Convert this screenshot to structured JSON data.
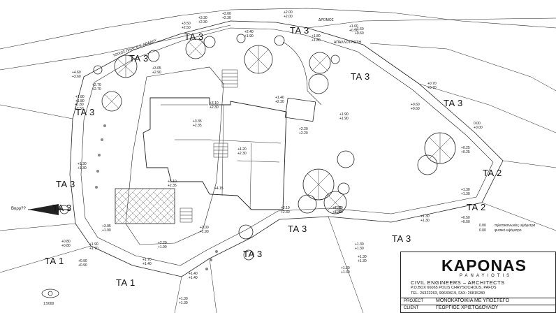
{
  "zones": [
    "TA 3",
    "TA 3",
    "TA 3",
    "TA 3",
    "TA 3",
    "TA 3",
    "TA 3",
    "TA 3",
    "TA 3",
    "TA 3",
    "TA 3",
    "TA 2",
    "TA 2",
    "TA 1",
    "TA 1"
  ],
  "street_labels": {
    "top_right": "ΔΡΟΜΟΣ",
    "top_left": "ΤΟΙΧΟΣ ΠΑΡΕ Ο.Σ. ΑΠΑΛΟΥ",
    "paving": "ΑΠΑΛΛΟΤΡΙΩΣΗ"
  },
  "spot_levels": [
    [
      "+3.50",
      "+2.50"
    ],
    [
      "+3.30",
      "+2.30"
    ],
    [
      "+3.00",
      "+2.30"
    ],
    [
      "+2.40",
      "+1.90"
    ],
    [
      "+2.00",
      "+2.00"
    ],
    [
      "+1.80",
      "+1.80"
    ],
    [
      "+1.60",
      "+0.50"
    ],
    [
      "+1.60",
      "+0.60"
    ],
    [
      "+4.60",
      "+3.60"
    ],
    [
      "+3.05",
      "+2.90"
    ],
    [
      "+1.80",
      "+1.80"
    ],
    [
      "+2.70",
      "+2.70"
    ],
    [
      "+1.40",
      "+2.30"
    ],
    [
      "+3.10",
      "+2.30"
    ],
    [
      "+0.70",
      "+0.70"
    ],
    [
      "+1.80",
      "+2.50"
    ],
    [
      "+3.35",
      "+2.35"
    ],
    [
      "+1.90",
      "+1.90"
    ],
    [
      "+0.60",
      "+0.60"
    ],
    [
      "+2.20",
      "+2.20"
    ],
    [
      "+4.20",
      "+2.30"
    ],
    [
      "+1.30",
      "+1.30"
    ],
    [
      "+3.10",
      "+2.35"
    ],
    [
      "+4.15"
    ],
    [
      "+0.25",
      "+0.25"
    ],
    [
      "+1.30",
      "+1.30"
    ],
    [
      "+1.30",
      "+1.30"
    ],
    [
      "+3.05",
      "+1.90"
    ],
    [
      "+2.10",
      "+2.30"
    ],
    [
      "+1.30",
      "+1.30"
    ],
    [
      "+0.50",
      "+0.50"
    ],
    [
      "+2.00",
      "+1.90"
    ],
    [
      "+0.80",
      "+0.80"
    ],
    [
      "+1.90",
      "+1.70"
    ],
    [
      "+2.20",
      "+1.90"
    ],
    [
      "+1.30",
      "+1.30"
    ],
    [
      "+1.30",
      "+1.30"
    ],
    [
      "+0.90",
      "+0.90"
    ],
    [
      "+1.70",
      "+1.40"
    ],
    [
      "+1.40",
      "+1.40"
    ],
    [
      "+1.30",
      "+1.30"
    ],
    [
      "+1.30",
      "+1.30"
    ],
    [
      "+1.30",
      "+1.30"
    ],
    [
      "0.00",
      "+0.00"
    ]
  ],
  "legend": {
    "line1": "τηλεπικοινωνίες υψόμετρα",
    "line2": "φυσικό υψόμετρο",
    "v1": "0.00",
    "v2": "0.00"
  },
  "north_label": "Βορρ??",
  "scale_label": "1:5000",
  "title_block": {
    "firm": "KAPONAS",
    "firm_sub": "PANAYIOTIS",
    "discipline": "CIVIL   ENGINEERS  –  ARCHITECTS",
    "address": "P.O.BOX   66065  POLIS  CHRYSOCHOUS,  PAFOS",
    "phones": "TEL.  26322263,   99630619,   FAX:  26815280",
    "project_key": "PROJECT",
    "project_value": "ΜΟΝΟΚΑΤΟΙΚΙΑ ΜΕ ΥΠΟΣΤΕΓΟ",
    "client_key": "CLIENT",
    "client_value": "ΓΕΩΡΓΙΟΣ ΧΡΙΣΤΟΔΟΥΛΟΥ"
  }
}
